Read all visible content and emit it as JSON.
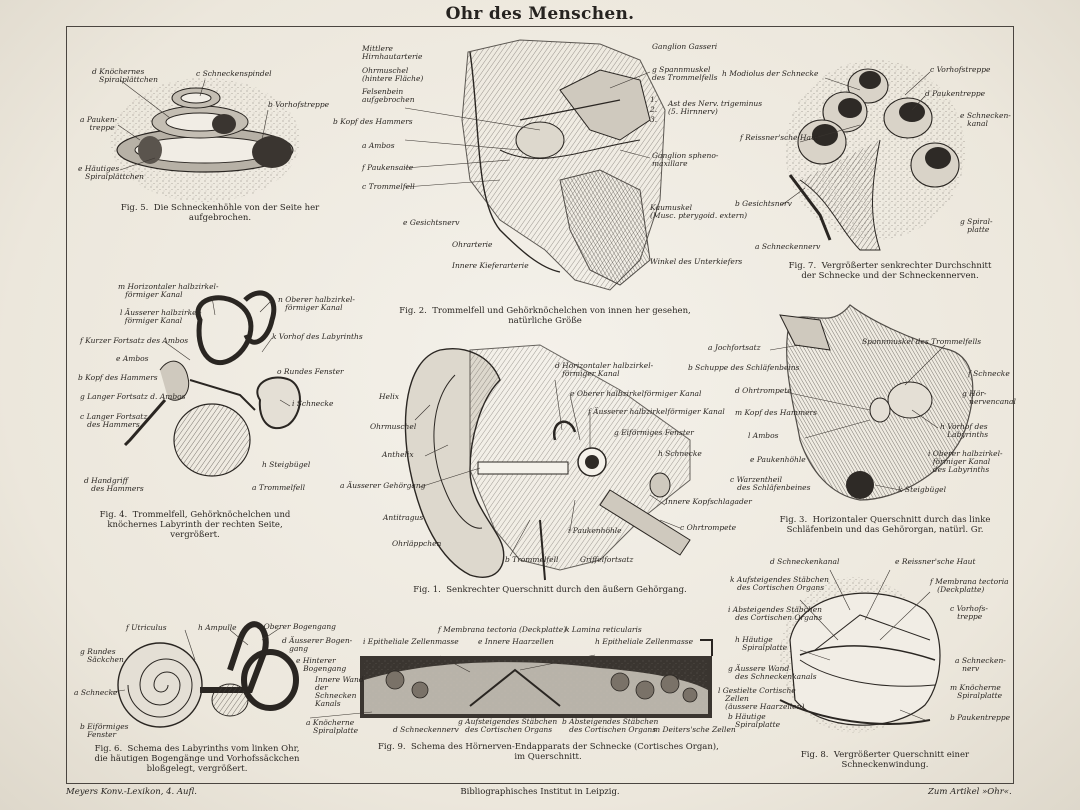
{
  "title": "Ohr des Menschen.",
  "footer": {
    "left": "Meyers Konv.-Lexikon, 4. Aufl.",
    "center": "Bibliographisches Institut in Leipzig.",
    "right": "Zum Artikel »Ohr«."
  },
  "fig5": {
    "caption": "Fig. 5.  Die Schneckenhöhle von der Seite her\naufgebrochen.",
    "labels": {
      "a": "a Pauken-\n    treppe",
      "b": "b Vorhofstreppe",
      "c": "c Schneckenspindel",
      "d": "d Knöchernes\n   Spiralplättchen",
      "e": "e Häutiges\n   Spiralplättchen"
    }
  },
  "fig2": {
    "caption": "Fig. 2.  Trommelfell und Gehörknöchelchen von innen her gesehen,\nnatürliche Größe",
    "labels": {
      "l1": "Mittlere\nHirnhautarterie",
      "l2": "Ohrmuschel\n(hintere Fläche)",
      "l3": "Felsenbein\naufgebrochen",
      "l4": "b Kopf des Hammers",
      "l5": "a Ambos",
      "l6": "f Paukensaite",
      "l7": "c Trommelfell",
      "l8": "e Gesichtsnerv",
      "l9": "Ohrarterie",
      "l10": "Innere Kieferarterie",
      "r1": "Ganglion Gasseri",
      "r2": "g Spannmuskel\ndes Trommelfells",
      "r3": "Ast des Nerv. trigeminus\n(5. Hirnnerv)",
      "r4": "Ganglion spheno-\nmaxillare",
      "r5": "Kaumuskel\n(Musc. pterygoid. extern)",
      "r6": "Winkel des Unterkiefers",
      "n1": "1.",
      "n2": "2.",
      "n3": "3."
    }
  },
  "fig7": {
    "caption": "Fig. 7.  Vergrößerter senkrechter Durchschnitt\nder Schnecke und der Schneckennerven.",
    "labels": {
      "h": "h Modiolus der Schnecke",
      "c": "c Vorhofstreppe",
      "d": "d Paukentreppe",
      "e": "e Schnecken-\n   kanal",
      "f": "f Reissner'sche Haut",
      "g": "g Spiral-\n   platte",
      "b": "b Gesichtsnerv",
      "a": "a Schneckennerv"
    }
  },
  "fig4": {
    "caption": "Fig. 4.  Trommelfell, Gehörknöchelchen und\nknöchernes Labyrinth der rechten Seite,\nvergrößert.",
    "labels": {
      "m": "m Horizontaler halbzirkel-\n   förmiger Kanal",
      "l": "l Äusserer halbzirkel-\n  förmiger Kanal",
      "f": "f Kurzer Fortsatz des Ambos",
      "e": "e Ambos",
      "b": "b Kopf des Hammers",
      "g": "g Langer Fortsatz d. Ambos",
      "c": "c Langer Fortsatz\n   des Hammers",
      "d": "d Handgriff\n   des Hammers",
      "n": "n Oberer halbzirkel-\n   förmiger Kanal",
      "k": "k Vorhof des Labyrinths",
      "o": "o Rundes Fenster",
      "i": "i Schnecke",
      "h": "h Steigbügel",
      "a": "a Trommelfell"
    }
  },
  "fig1": {
    "caption": "Fig. 1.  Senkrechter Querschnitt durch den äußern Gehörgang.",
    "labels": {
      "helix": "Helix",
      "ohrmuschel": "Ohrmuschel",
      "anthelix": "Anthelix",
      "a": "a Äusserer Gehörgang",
      "antitragus": "Antitragus",
      "ohrlaeppchen": "Ohrläppchen",
      "d": "d Horizontaler halbzirkel-\n   förmiger Kanal",
      "e": "e Oberer halbzirkelförmiger Kanal",
      "f": "f Äusserer halbzirkelförmiger Kanal",
      "g": "g Eiförmiges Fenster",
      "h": "h Schnecke",
      "innere": "Innere Kopfschlagader",
      "c": "c Ohrtrompete",
      "i": "i Paukenhöhle",
      "b": "b Trommelfell",
      "griffel": "Griffelfortsatz"
    }
  },
  "fig3": {
    "caption": "Fig. 3.  Horizontaler Querschnitt durch das linke\nSchläfenbein und das Gehörorgan, natürl. Gr.",
    "labels": {
      "a": "a Jochfortsatz",
      "b": "b Schuppe des Schläfenbeins",
      "d": "d Ohrtrompete",
      "m": "m Kopf des Hammers",
      "l": "l Ambos",
      "e": "e Paukenhöhle",
      "c": "c Warzentheil\n   des Schläfenbeines",
      "top": "Spannmuskel des Trommelfells",
      "f": "f Schnecke",
      "g": "g Hör-\n   nervencanal",
      "h": "h Vorhof des\n   Labyrinths",
      "i": "i Oberer halbzirkel-\n  förmiger Kanal\n  des Labyrinths",
      "k": "k Steigbügel"
    }
  },
  "fig6": {
    "caption": "Fig. 6.  Schema des Labyrinths vom linken Ohr,\ndie häutigen Bogengänge und Vorhofssäckchen\nbloßgelegt, vergrößert.",
    "labels": {
      "f": "f Utriculus",
      "h": "h Ampulle",
      "c": "c Oberer Bogengang",
      "g": "g Rundes\n   Säckchen",
      "d": "d Äusserer Bogen-\n   gang",
      "e": "e Hinterer\n   Bogengang",
      "a": "a Schnecke",
      "b": "b Eiförmiges\n   Fenster"
    }
  },
  "fig9": {
    "caption": "Fig. 9.  Schema des Hörnerven-Endapparats der Schnecke (Cortisches Organ),\nim Querschnitt.",
    "labels": {
      "f": "f Membrana tectoria (Deckplatte)",
      "k": "k Lamina reticularis",
      "i": "i Epitheliale Zellenmasse",
      "e": "e Innere Haarzellen",
      "h": "h Epitheliale Zellenmasse",
      "wand": "Innere Wand\nder\nSchnecken\nKanals",
      "a": "a Knöcherne\n   Spiralplatte",
      "d": "d Schneckennerv",
      "g": "g Aufsteigendes Stäbchen\n   des Cortischen Organs",
      "b": "b Absteigendes Stäbchen\n   des Cortischen Organs",
      "m": "m Deiters'sche Zellen"
    }
  },
  "fig8": {
    "caption": "Fig. 8.  Vergrößerter Querschnitt einer\nSchneckenwindung.",
    "labels": {
      "d": "d Schneckenkanal",
      "e": "e Reissner'sche Haut",
      "k": "k Aufsteigendes Stäbchen\n   des Cortischen Organs",
      "i": "i Absteigendes Stäbchen\n   des Cortischen Organs",
      "f": "f Membrana tectoria\n   (Deckplatte)",
      "c": "c Vorhofs-\n   treppe",
      "h": "h Häutige\n   Spiralplatte",
      "g": "g Äussere Wand\n   des Schneckenkanals",
      "l": "l Gestielte Cortische\n   Zellen\n   (äussere Haarzellen)",
      "a": "a Schnecken-\n   nerv",
      "m": "m Knöcherne\n   Spiralplatte",
      "bh": "b Häutige\n   Spiralplatte",
      "b": "b Paukentreppe"
    }
  }
}
